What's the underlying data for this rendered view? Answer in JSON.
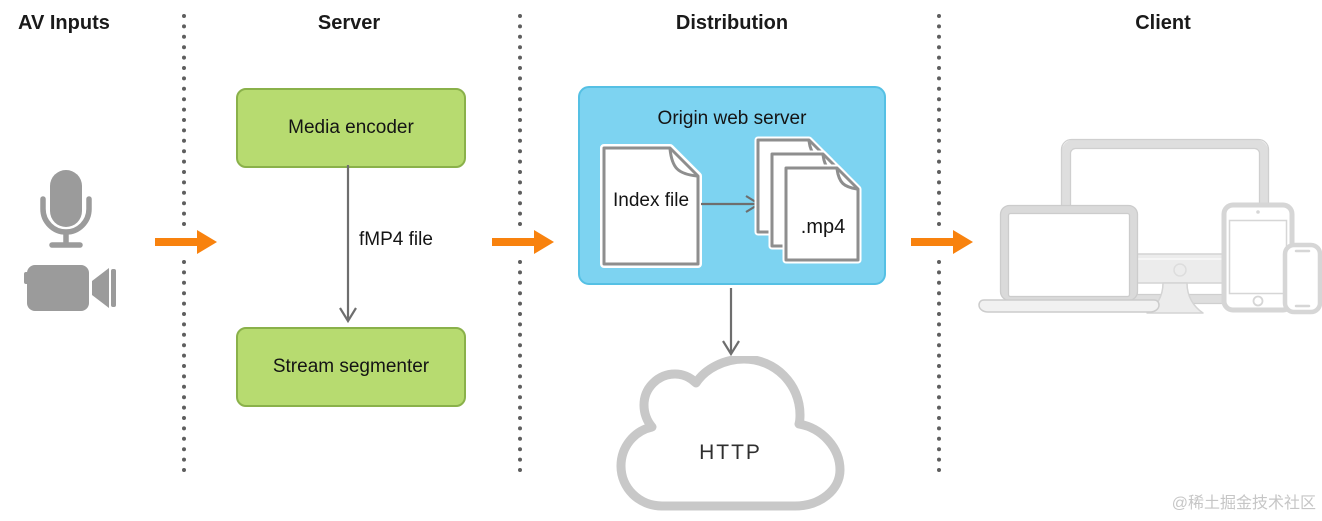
{
  "headers": {
    "av_inputs": "AV Inputs",
    "server": "Server",
    "distribution": "Distribution",
    "client": "Client"
  },
  "av_inputs": {
    "icons": [
      "microphone-icon",
      "video-camera-icon"
    ]
  },
  "server": {
    "encoder_box": "Media encoder",
    "flow_label": "fMP4 file",
    "segmenter_box": "Stream segmenter"
  },
  "distribution": {
    "origin_title": "Origin web server",
    "index_doc_label": "Index file",
    "media_doc_label": ".mp4",
    "cloud_label": "HTTP"
  },
  "client": {
    "devices": [
      "tv-display",
      "imac-desktop",
      "laptop",
      "tablet",
      "smartphone"
    ]
  },
  "colors": {
    "accent_orange": "#f8820e",
    "box_green_fill": "#b7db70",
    "box_green_border": "#8ab14a",
    "box_blue_fill": "#7dd3f1",
    "box_blue_border": "#55c0e4",
    "icon_gray": "#9b9b9b",
    "device_gray": "#d9d9d9",
    "cloud_gray": "#c8c8c8",
    "arrow_gray": "#6e6e6e",
    "doc_border_gray": "#8e8e8e",
    "divider_dot_gray": "#5e5e5e",
    "text": "#1a1a1a",
    "watermark_gray": "#c6c6c6"
  },
  "watermark": "@稀土掘金技术社区"
}
